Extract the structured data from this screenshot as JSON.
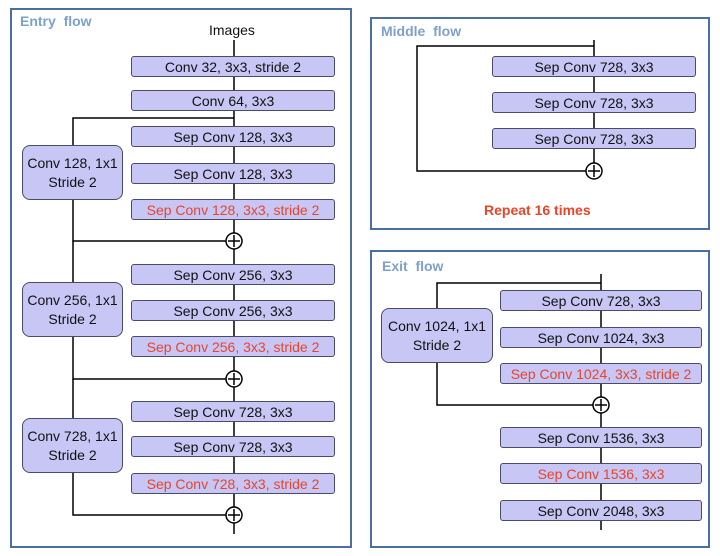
{
  "entry": {
    "title": "Entry  flow",
    "input_label": "Images",
    "layers": [
      {
        "label": "Conv 32, 3x3, stride 2",
        "highlight": false
      },
      {
        "label": "Conv 64, 3x3",
        "highlight": false
      },
      {
        "label": "Sep Conv 128, 3x3",
        "highlight": false
      },
      {
        "label": "Sep Conv 128, 3x3",
        "highlight": false
      },
      {
        "label": "Sep Conv 128, 3x3, stride 2",
        "highlight": true
      },
      {
        "label": "Sep Conv 256, 3x3",
        "highlight": false
      },
      {
        "label": "Sep Conv 256, 3x3",
        "highlight": false
      },
      {
        "label": "Sep Conv 256, 3x3, stride 2",
        "highlight": true
      },
      {
        "label": "Sep Conv 728, 3x3",
        "highlight": false
      },
      {
        "label": "Sep Conv 728, 3x3",
        "highlight": false
      },
      {
        "label": "Sep Conv 728, 3x3, stride 2",
        "highlight": true
      }
    ],
    "shortcuts": [
      {
        "line1": "Conv 128, 1x1",
        "line2": "Stride 2"
      },
      {
        "line1": "Conv 256, 1x1",
        "line2": "Stride 2"
      },
      {
        "line1": "Conv 728, 1x1",
        "line2": "Stride 2"
      }
    ]
  },
  "middle": {
    "title": "Middle  flow",
    "layers": [
      {
        "label": "Sep Conv 728, 3x3",
        "highlight": false
      },
      {
        "label": "Sep Conv 728, 3x3",
        "highlight": false
      },
      {
        "label": "Sep Conv 728, 3x3",
        "highlight": false
      }
    ],
    "repeat_label": "Repeat 16 times"
  },
  "exit": {
    "title": "Exit  flow",
    "layers": [
      {
        "label": "Sep Conv 728, 3x3",
        "highlight": false
      },
      {
        "label": "Sep Conv 1024, 3x3",
        "highlight": false
      },
      {
        "label": "Sep Conv 1024, 3x3, stride 2",
        "highlight": true
      },
      {
        "label": "Sep Conv 1536, 3x3",
        "highlight": false
      },
      {
        "label": "Sep Conv 1536, 3x3",
        "highlight": true
      },
      {
        "label": "Sep Conv 2048, 3x3",
        "highlight": false
      }
    ],
    "shortcuts": [
      {
        "line1": "Conv 1024, 1x1",
        "line2": "Stride 2"
      }
    ]
  },
  "colors": {
    "panel_border": "#4a6fa0",
    "panel_title": "#7ea1cc",
    "box_fill": "#c8c6f5",
    "highlight_text": "#e8452a"
  }
}
